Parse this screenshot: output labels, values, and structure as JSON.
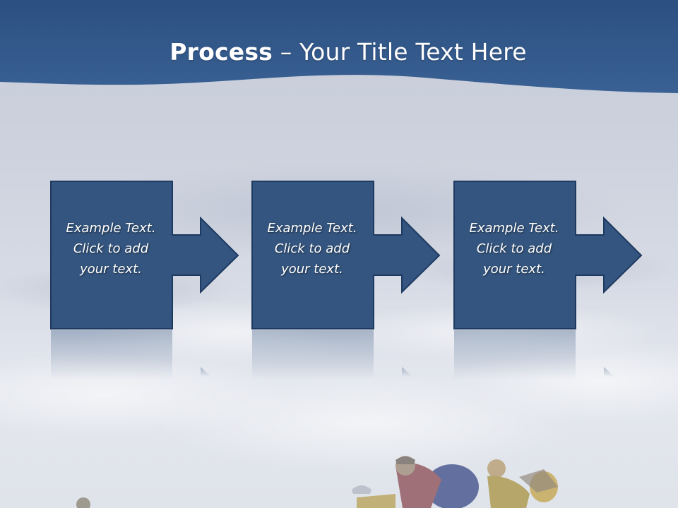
{
  "slide": {
    "title_bold": "Process",
    "title_rest": " – Your Title Text Here"
  },
  "steps": [
    {
      "line1": "Example Text.",
      "line2": "Click  to add",
      "line3": "your text."
    },
    {
      "line1": "Example Text.",
      "line2": "Click  to add",
      "line3": "your text."
    },
    {
      "line1": "Example Text.",
      "line2": "Click  to add",
      "line3": "your text."
    }
  ],
  "colors": {
    "header_blue": "#2f5687",
    "box_fill": "#34557f",
    "box_border": "#1f3a5e",
    "text": "#ffffff"
  }
}
